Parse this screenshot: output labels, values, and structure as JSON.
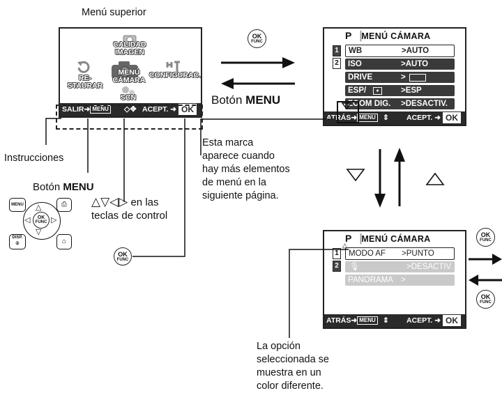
{
  "top_menu": {
    "caption": "Menú superior",
    "items": [
      {
        "label": "CALIDAD IMAGEN"
      },
      {
        "label": "RE-STAURAR"
      },
      {
        "label": "MENÚ CÁMARA"
      },
      {
        "label": "CONFIGURAC."
      },
      {
        "label": "SCN"
      }
    ],
    "footer": {
      "exit": "SALIR",
      "menu_key": "MENU",
      "accept": "ACEPT.",
      "ok_key": "OK"
    }
  },
  "camera_menu_1": {
    "mode": "P",
    "title": "MENÚ CÁMARA",
    "pages": [
      "1",
      "2"
    ],
    "rows": [
      {
        "label": "WB",
        "value": ">AUTO"
      },
      {
        "label": "ISO",
        "value": ">AUTO"
      },
      {
        "label": "DRIVE",
        "value": ">"
      },
      {
        "label": "ESP/",
        "value": ">ESP"
      },
      {
        "label": "ZOOM DIG.",
        "value": ">DESACTIV."
      }
    ],
    "footer": {
      "back": "ATRÁS",
      "menu_key": "MENU",
      "accept": "ACEPT.",
      "ok_key": "OK"
    }
  },
  "camera_menu_2": {
    "mode": "P",
    "title": "MENÚ CÁMARA",
    "pages": [
      "1",
      "2"
    ],
    "rows": [
      {
        "label": "MODO AF",
        "value": ">PUNTO"
      },
      {
        "label": "",
        "value": ">DESACTIV."
      },
      {
        "label": "PANORAMA",
        "value": ">"
      }
    ],
    "footer": {
      "back": "ATRÁS",
      "menu_key": "MENU",
      "accept": "ACEPT.",
      "ok_key": "OK"
    }
  },
  "labels": {
    "boton_menu_right_pre": "Botón ",
    "boton_menu_right_key": "MENU",
    "instrucciones": "Instrucciones",
    "boton_menu_left_pre": "Botón ",
    "boton_menu_left_key": "MENU",
    "arrow_keys_line1": "en las",
    "arrow_keys_line2": "teclas de control",
    "marca_note": [
      "Esta marca",
      "aparece cuando",
      "hay más elementos",
      "de menú en la",
      "siguiente página."
    ],
    "opcion_note": [
      "La opción",
      "seleccionada se",
      "muestra en un",
      "color diferente."
    ]
  },
  "keys": {
    "ok": "OK",
    "func": "FUNC",
    "menu": "MENU",
    "disp": "DISP."
  }
}
